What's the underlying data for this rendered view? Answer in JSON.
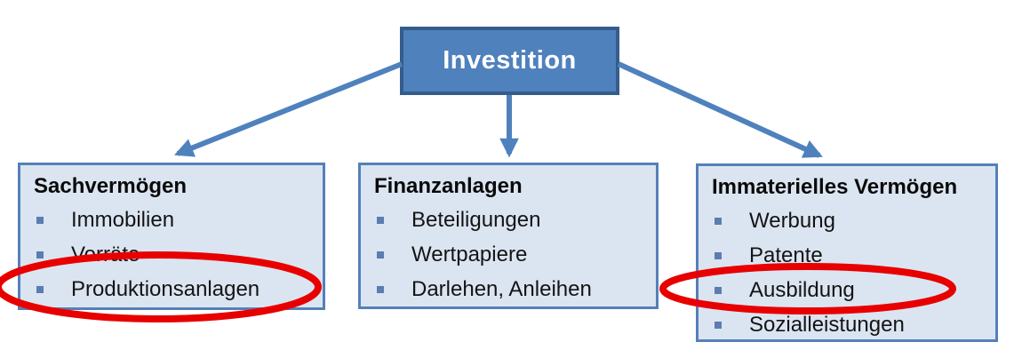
{
  "diagram": {
    "root": {
      "label": "Investition"
    },
    "branches": [
      {
        "title": "Sachvermögen",
        "items": [
          "Immobilien",
          "Vorräte",
          "Produktionsanlagen"
        ]
      },
      {
        "title": "Finanzanlagen",
        "items": [
          "Beteiligungen",
          "Wertpapiere",
          "Darlehen, Anleihen"
        ]
      },
      {
        "title": "Immaterielles Vermögen",
        "items": [
          "Werbung",
          "Patente",
          "Ausbildung",
          "Sozialleistungen"
        ]
      }
    ],
    "edges": [
      {
        "from": "Investition",
        "to": "Sachvermögen"
      },
      {
        "from": "Investition",
        "to": "Finanzanlagen"
      },
      {
        "from": "Investition",
        "to": "Immaterielles Vermögen"
      }
    ],
    "annotations": [
      {
        "type": "ellipse",
        "target": "Produktionsanlagen",
        "color": "#e80000"
      },
      {
        "type": "ellipse",
        "target": "Ausbildung",
        "color": "#e80000"
      }
    ],
    "icons": {
      "bullet": "square-bullet-icon",
      "connector": "arrow-down-icon"
    },
    "colors": {
      "root_fill": "#4f81bd",
      "root_border": "#345d8c",
      "root_text": "#ffffff",
      "branch_fill": "#dbe5f1",
      "branch_border": "#5580b8",
      "arrow": "#4f81bd",
      "bullet": "#5b7db1",
      "highlight": "#e80000",
      "text": "#111111"
    }
  }
}
